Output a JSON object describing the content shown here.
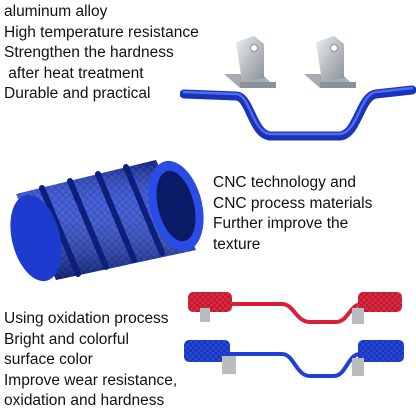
{
  "features": {
    "material": [
      "aluminum alloy",
      "High temperature resistance",
      "Strengthen the hardness",
      " after heat treatment",
      "Durable and practical"
    ],
    "process": [
      "CNC technology and",
      "CNC process materials",
      "Further improve the",
      "texture"
    ],
    "finish": [
      "Using oxidation process",
      "Bright and colorful",
      "surface color",
      "Improve wear resistance,",
      "oxidation and hardness"
    ]
  },
  "colors": {
    "blue": "#1f3fd6",
    "red": "#d8203a",
    "bracket": "#c9ccd0"
  }
}
